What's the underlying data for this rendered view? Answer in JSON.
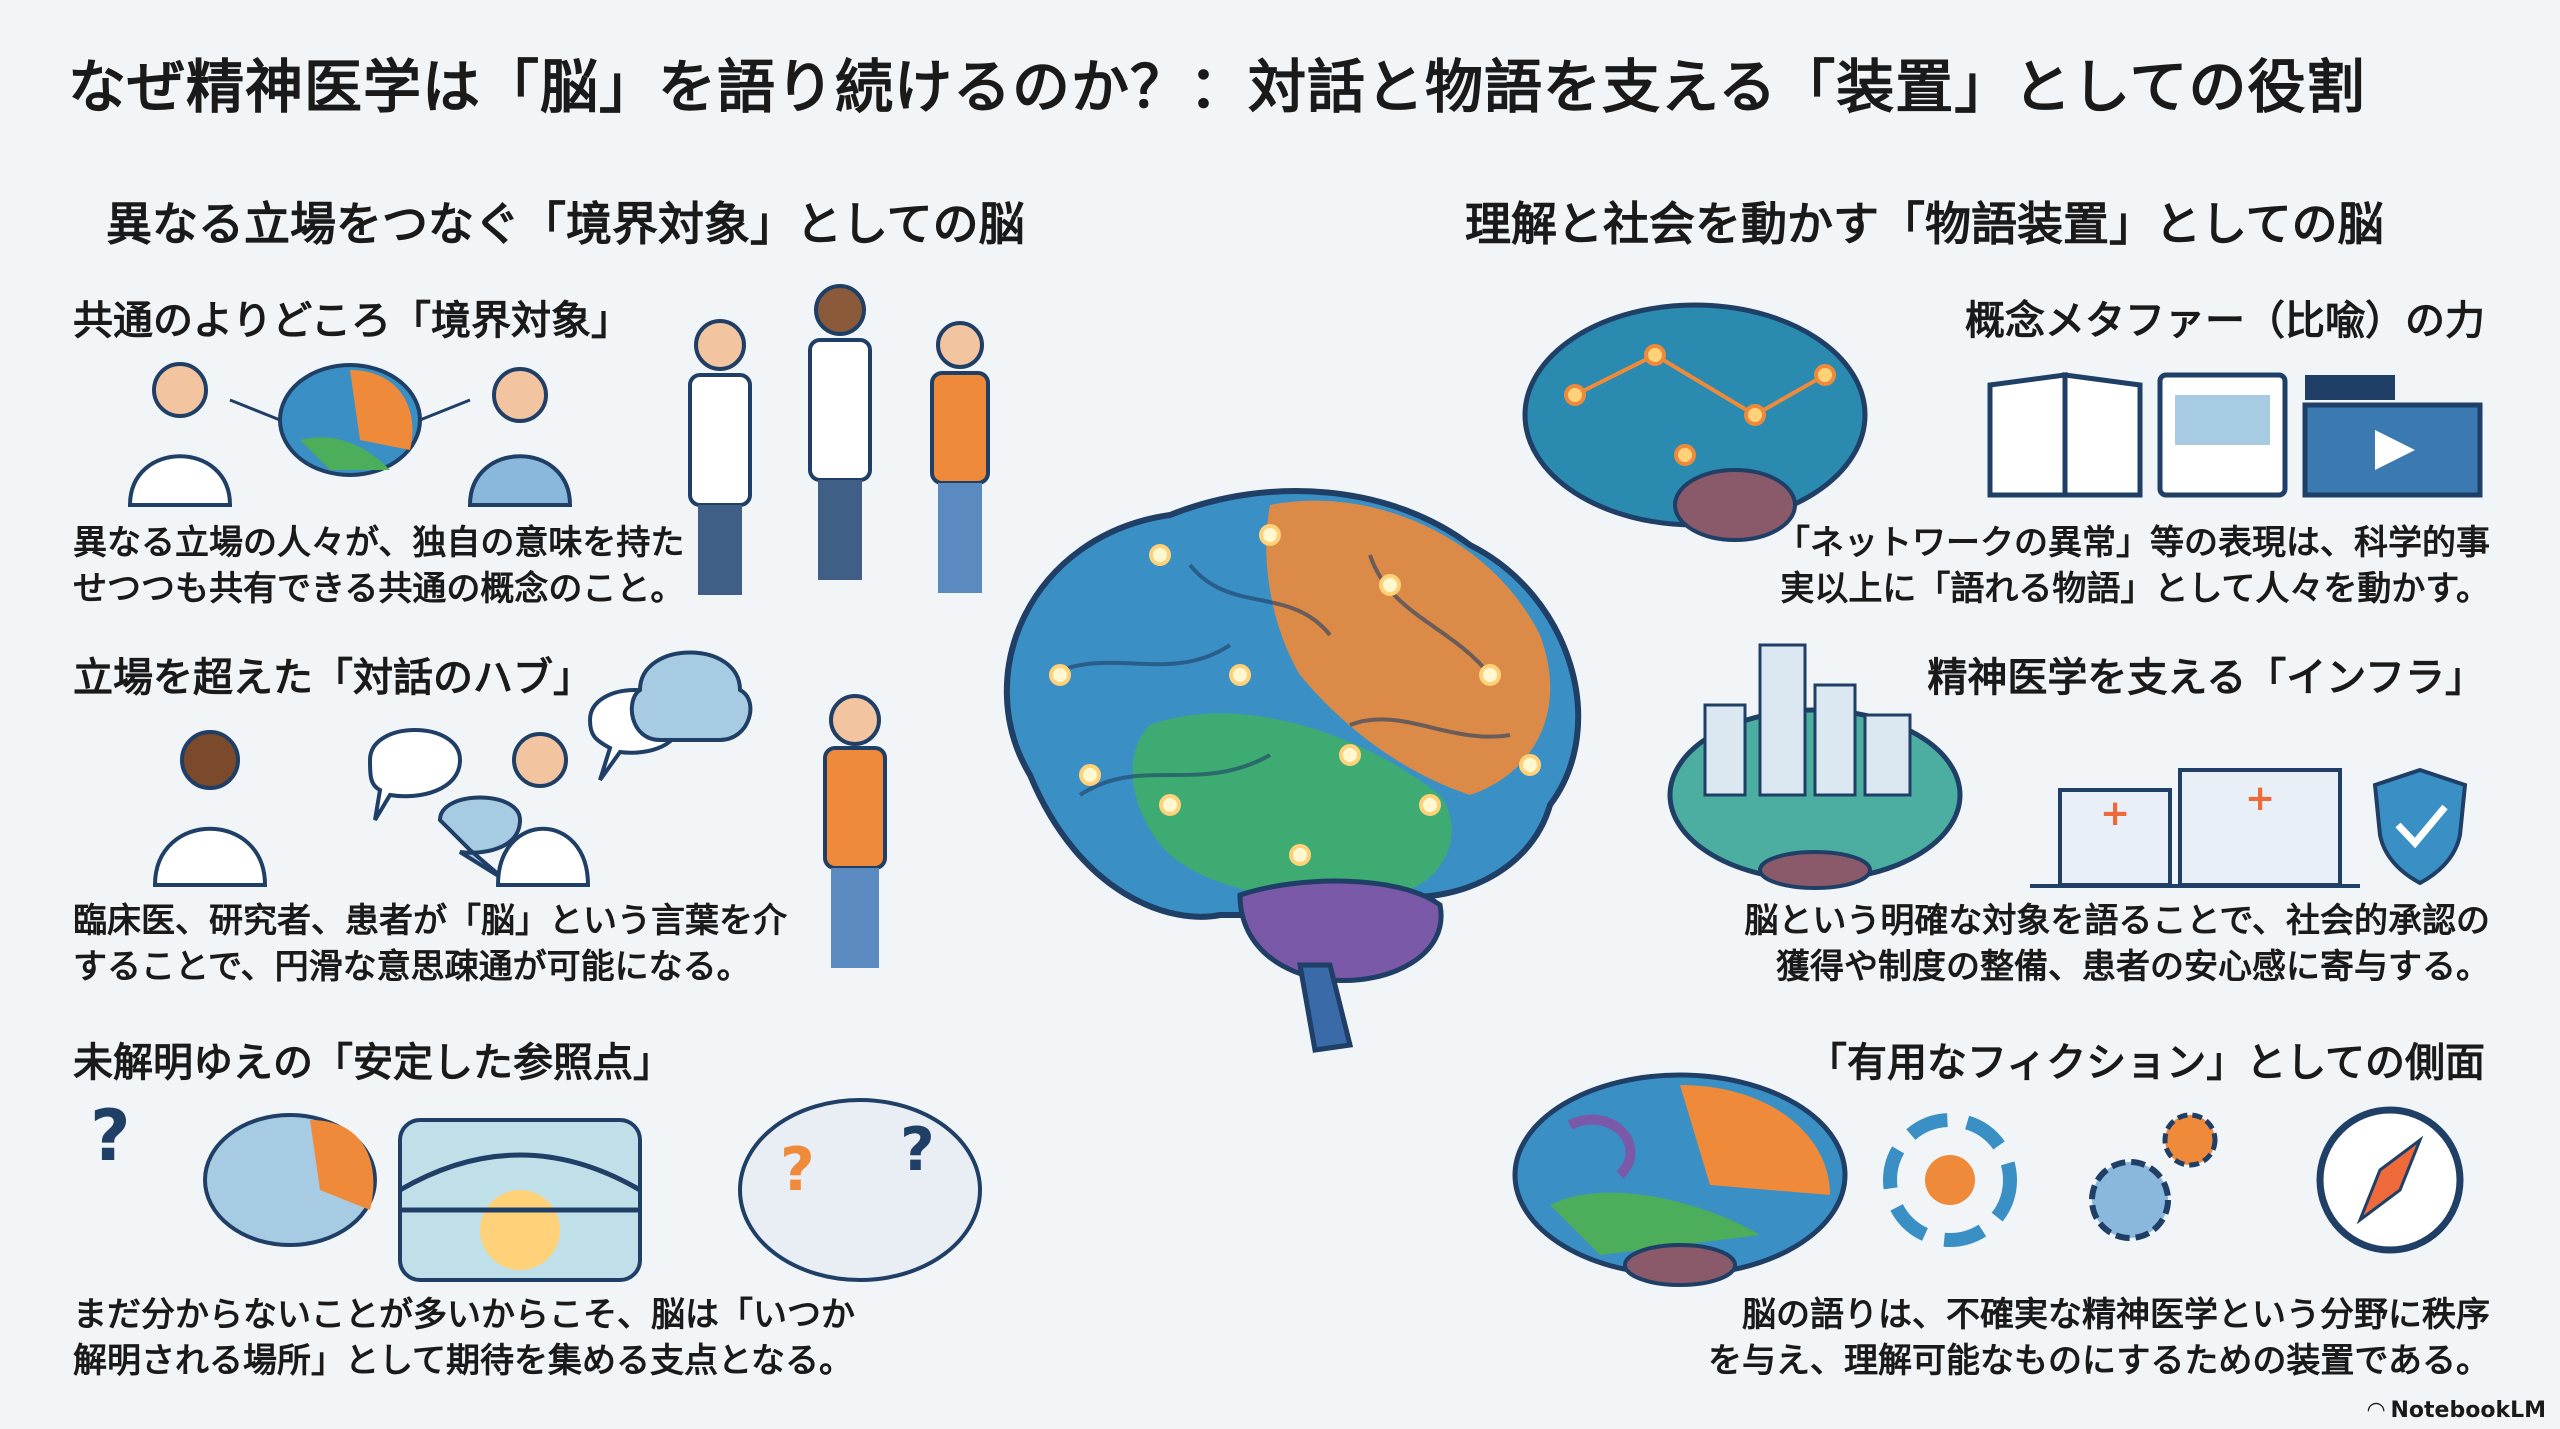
{
  "title": "なぜ精神医学は「脳」を語り続けるのか？：対話と物語を支える「装置」としての役割",
  "left": {
    "heading": "異なる立場をつなぐ「境界対象」としての脳",
    "items": [
      {
        "title": "共通のよりどころ「境界対象」",
        "body": [
          "異なる立場の人々が、独自の意味を持た",
          "せつつも共有できる共通の概念のこと。"
        ]
      },
      {
        "title": "立場を超えた「対話のハブ」",
        "body": [
          "臨床医、研究者、患者が「脳」という言葉を介",
          "することで、円滑な意思疎通が可能になる。"
        ]
      },
      {
        "title": "未解明ゆえの「安定した参照点」",
        "body": [
          "まだ分からないことが多いからこそ、脳は「いつか",
          "解明される場所」として期待を集める支点となる。"
        ]
      }
    ]
  },
  "right": {
    "heading": "理解と社会を動かす「物語装置」としての脳",
    "items": [
      {
        "title": "概念メタファー（比喩）の力",
        "body": [
          "「ネットワークの異常」等の表現は、科学的事",
          "実以上に「語れる物語」として人々を動かす。"
        ]
      },
      {
        "title": "精神医学を支える「インフラ」",
        "body": [
          "脳という明確な対象を語ることで、社会的承認の",
          "獲得や制度の整備、患者の安心感に寄与する。"
        ]
      },
      {
        "title": "「有用なフィクション」としての側面",
        "body": [
          "脳の語りは、不確実な精神医学という分野に秩序",
          "を与え、理解可能なものにするための装置である。"
        ]
      }
    ]
  },
  "logo": "NotebookLM",
  "colors": {
    "blue": "#3a8fc4",
    "teal": "#2aa6a0",
    "orange": "#ee8a3a",
    "green": "#4cae5a",
    "purple": "#6a5aa8",
    "text": "#1a1a1a"
  }
}
